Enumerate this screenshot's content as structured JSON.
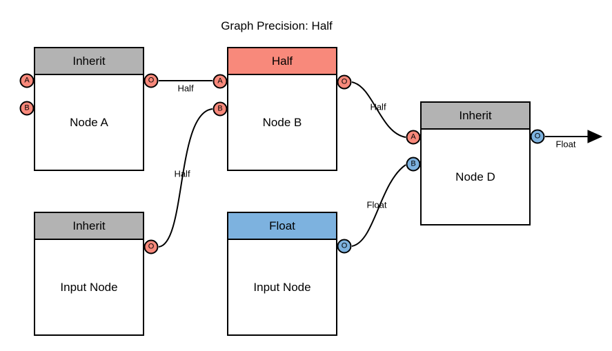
{
  "title": "Graph Precision: Half",
  "colors": {
    "header_inherit": "#B3B3B3",
    "precision_half": "#F8897B",
    "precision_float": "#7DB2DF",
    "node_fill": "#FFFFFF",
    "line": "#000000"
  },
  "nodes": {
    "node_a": {
      "header": "Inherit",
      "label": "Node A",
      "ports": {
        "a": "A",
        "b": "B",
        "o": "O"
      }
    },
    "node_b": {
      "header": "Half",
      "label": "Node B",
      "ports": {
        "a": "A",
        "b": "B",
        "o": "O"
      }
    },
    "node_d": {
      "header": "Inherit",
      "label": "Node D",
      "ports": {
        "a": "A",
        "b": "B",
        "o": "O"
      }
    },
    "input_left": {
      "header": "Inherit",
      "label": "Input Node",
      "ports": {
        "o": "O"
      }
    },
    "input_mid": {
      "header": "Float",
      "label": "Input Node",
      "ports": {
        "o": "O"
      }
    }
  },
  "edge_labels": {
    "a_out_to_b_a": "Half",
    "input_left_to_b_b": "Half",
    "b_out_to_d_a": "Half",
    "input_mid_to_d_b": "Float",
    "d_out": "Float"
  }
}
